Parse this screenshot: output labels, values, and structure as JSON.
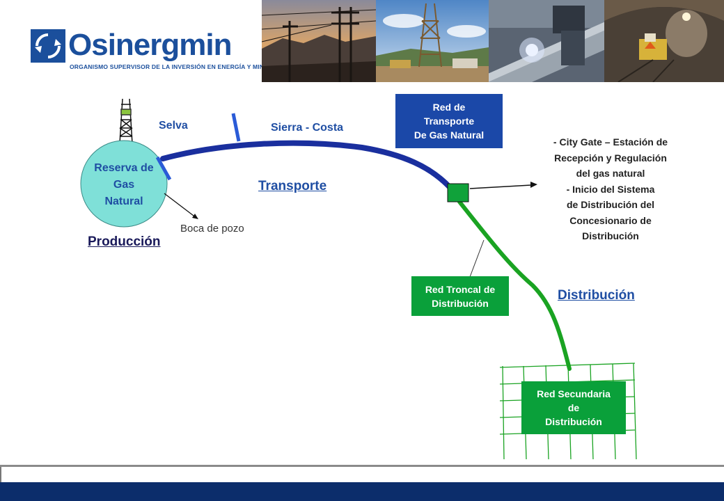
{
  "header": {
    "logo_name": "Osinergmin",
    "logo_tagline": "ORGANISMO SUPERVISOR DE LA INVERSIÓN EN ENERGÍA Y MINERÍA",
    "photos": [
      "power-lines-sunset",
      "drilling-rig",
      "pipeline-welding",
      "mining-tunnel"
    ]
  },
  "diagram": {
    "reserve_label": [
      "Reserva de",
      "Gas",
      "Natural"
    ],
    "production": "Producción",
    "wellhead": "Boca de pozo",
    "selva": "Selva",
    "sierra_costa": "Sierra - Costa",
    "transport": "Transporte",
    "transport_network": [
      "Red de",
      "Transporte",
      "De Gas Natural"
    ],
    "city_gate_note": [
      "- City Gate – Estación de",
      "Recepción y Regulación",
      "del gas natural",
      "- Inicio del Sistema",
      "de Distribución del",
      "Concesionario de",
      "Distribución"
    ],
    "trunk_network": [
      "Red Troncal de",
      "Distribución"
    ],
    "distribution": "Distribución",
    "secondary_network": [
      "Red Secundaria",
      "de",
      "Distribución"
    ]
  },
  "colors": {
    "brand_blue": "#1b4f9c",
    "pipeline_blue": "#1a2f9e",
    "distribution_green": "#0aa03a",
    "footer_blue": "#0c2d6b"
  }
}
